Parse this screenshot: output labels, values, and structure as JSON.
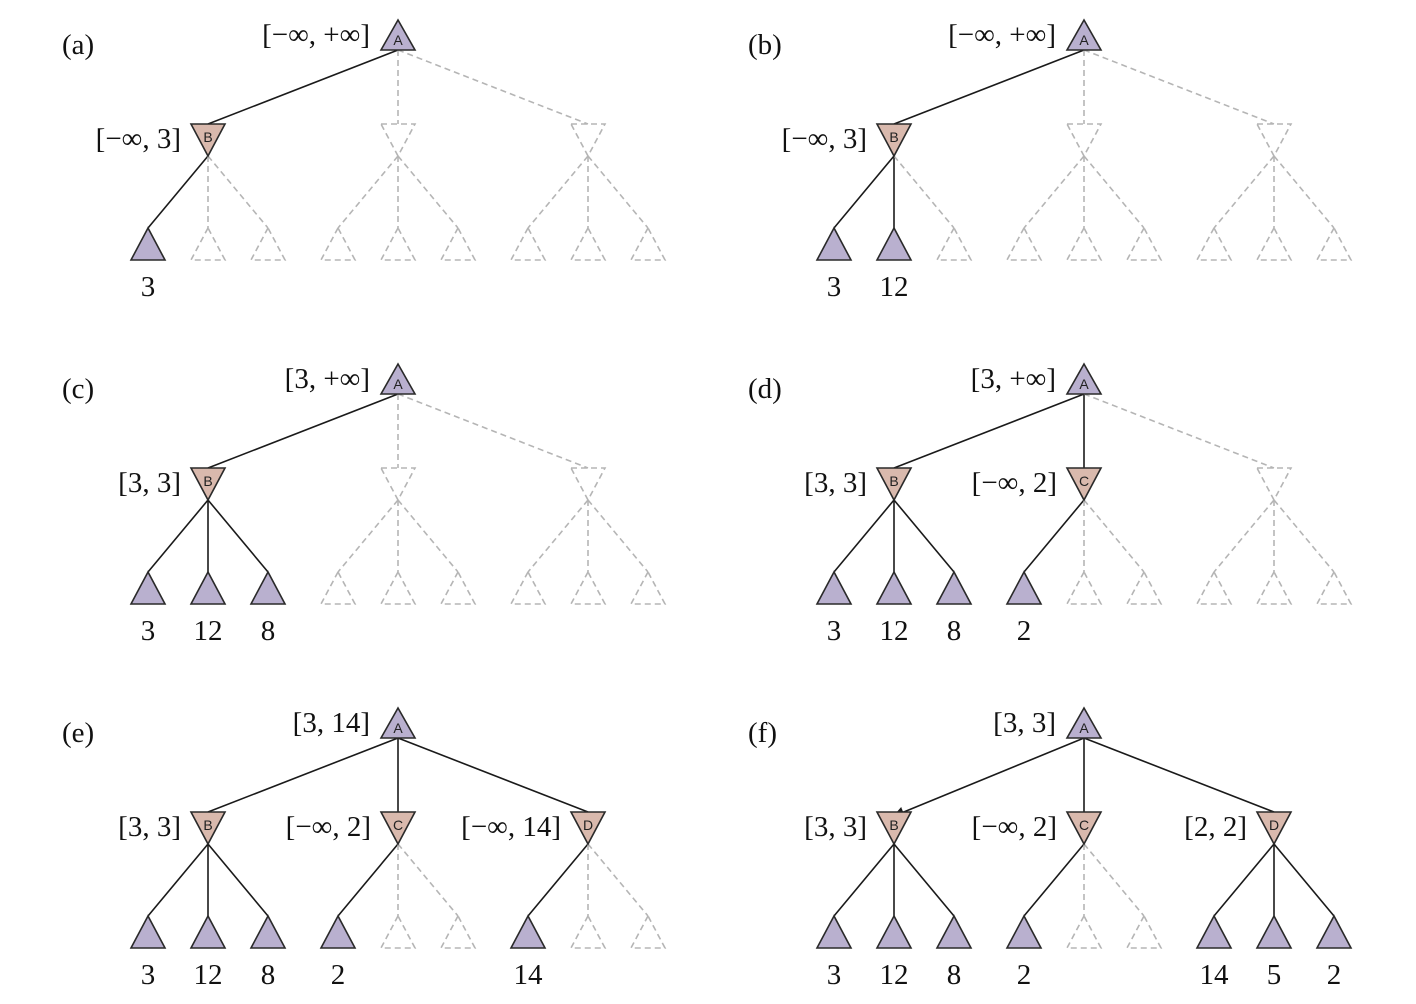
{
  "colors": {
    "max_node_fill": "#b9b0cf",
    "min_node_fill": "#d9b9ad",
    "node_stroke": "#2a2a2a",
    "pruned_stroke": "#b5b5b5",
    "edge_solid": "#1a1a1a"
  },
  "panels": [
    {
      "label": "(a)",
      "root": {
        "letter": "A",
        "bound": "[−∞, +∞]"
      },
      "children": [
        {
          "state": "active",
          "letter": "B",
          "bound": "[−∞, 3]",
          "edge": "solid",
          "leaves": [
            {
              "state": "active",
              "value": "3"
            },
            {
              "state": "pruned"
            },
            {
              "state": "pruned"
            }
          ]
        },
        {
          "state": "pruned",
          "edge": "dashed",
          "leaves": [
            {
              "state": "pruned"
            },
            {
              "state": "pruned"
            },
            {
              "state": "pruned"
            }
          ]
        },
        {
          "state": "pruned",
          "edge": "dashed",
          "leaves": [
            {
              "state": "pruned"
            },
            {
              "state": "pruned"
            },
            {
              "state": "pruned"
            }
          ]
        }
      ]
    },
    {
      "label": "(b)",
      "root": {
        "letter": "A",
        "bound": "[−∞, +∞]"
      },
      "children": [
        {
          "state": "active",
          "letter": "B",
          "bound": "[−∞, 3]",
          "edge": "solid",
          "leaves": [
            {
              "state": "active",
              "value": "3"
            },
            {
              "state": "active",
              "value": "12"
            },
            {
              "state": "pruned"
            }
          ]
        },
        {
          "state": "pruned",
          "edge": "dashed",
          "leaves": [
            {
              "state": "pruned"
            },
            {
              "state": "pruned"
            },
            {
              "state": "pruned"
            }
          ]
        },
        {
          "state": "pruned",
          "edge": "dashed",
          "leaves": [
            {
              "state": "pruned"
            },
            {
              "state": "pruned"
            },
            {
              "state": "pruned"
            }
          ]
        }
      ]
    },
    {
      "label": "(c)",
      "root": {
        "letter": "A",
        "bound": "[3, +∞]"
      },
      "children": [
        {
          "state": "active",
          "letter": "B",
          "bound": "[3, 3]",
          "edge": "solid",
          "leaves": [
            {
              "state": "active",
              "value": "3"
            },
            {
              "state": "active",
              "value": "12"
            },
            {
              "state": "active",
              "value": "8"
            }
          ]
        },
        {
          "state": "pruned",
          "edge": "dashed",
          "leaves": [
            {
              "state": "pruned"
            },
            {
              "state": "pruned"
            },
            {
              "state": "pruned"
            }
          ]
        },
        {
          "state": "pruned",
          "edge": "dashed",
          "leaves": [
            {
              "state": "pruned"
            },
            {
              "state": "pruned"
            },
            {
              "state": "pruned"
            }
          ]
        }
      ]
    },
    {
      "label": "(d)",
      "root": {
        "letter": "A",
        "bound": "[3, +∞]"
      },
      "children": [
        {
          "state": "active",
          "letter": "B",
          "bound": "[3, 3]",
          "edge": "solid",
          "leaves": [
            {
              "state": "active",
              "value": "3"
            },
            {
              "state": "active",
              "value": "12"
            },
            {
              "state": "active",
              "value": "8"
            }
          ]
        },
        {
          "state": "active",
          "letter": "C",
          "bound": "[−∞, 2]",
          "edge": "solid",
          "leaves": [
            {
              "state": "active",
              "value": "2"
            },
            {
              "state": "pruned"
            },
            {
              "state": "pruned"
            }
          ]
        },
        {
          "state": "pruned",
          "edge": "dashed",
          "leaves": [
            {
              "state": "pruned"
            },
            {
              "state": "pruned"
            },
            {
              "state": "pruned"
            }
          ]
        }
      ]
    },
    {
      "label": "(e)",
      "root": {
        "letter": "A",
        "bound": "[3, 14]"
      },
      "children": [
        {
          "state": "active",
          "letter": "B",
          "bound": "[3, 3]",
          "edge": "solid",
          "leaves": [
            {
              "state": "active",
              "value": "3"
            },
            {
              "state": "active",
              "value": "12"
            },
            {
              "state": "active",
              "value": "8"
            }
          ]
        },
        {
          "state": "active",
          "letter": "C",
          "bound": "[−∞, 2]",
          "edge": "solid",
          "leaves": [
            {
              "state": "active",
              "value": "2"
            },
            {
              "state": "pruned"
            },
            {
              "state": "pruned"
            }
          ]
        },
        {
          "state": "active",
          "letter": "D",
          "bound": "[−∞, 14]",
          "edge": "solid",
          "leaves": [
            {
              "state": "active",
              "value": "14"
            },
            {
              "state": "pruned"
            },
            {
              "state": "pruned"
            }
          ]
        }
      ]
    },
    {
      "label": "(f)",
      "root": {
        "letter": "A",
        "bound": "[3, 3]"
      },
      "children": [
        {
          "state": "active",
          "letter": "B",
          "bound": "[3, 3]",
          "edge": "arrow",
          "leaves": [
            {
              "state": "active",
              "value": "3"
            },
            {
              "state": "active",
              "value": "12"
            },
            {
              "state": "active",
              "value": "8"
            }
          ]
        },
        {
          "state": "active",
          "letter": "C",
          "bound": "[−∞, 2]",
          "edge": "solid",
          "leaves": [
            {
              "state": "active",
              "value": "2"
            },
            {
              "state": "pruned"
            },
            {
              "state": "pruned"
            }
          ]
        },
        {
          "state": "active",
          "letter": "D",
          "bound": "[2, 2]",
          "edge": "solid",
          "leaves": [
            {
              "state": "active",
              "value": "14"
            },
            {
              "state": "active",
              "value": "5"
            },
            {
              "state": "active",
              "value": "2"
            }
          ]
        }
      ]
    }
  ]
}
